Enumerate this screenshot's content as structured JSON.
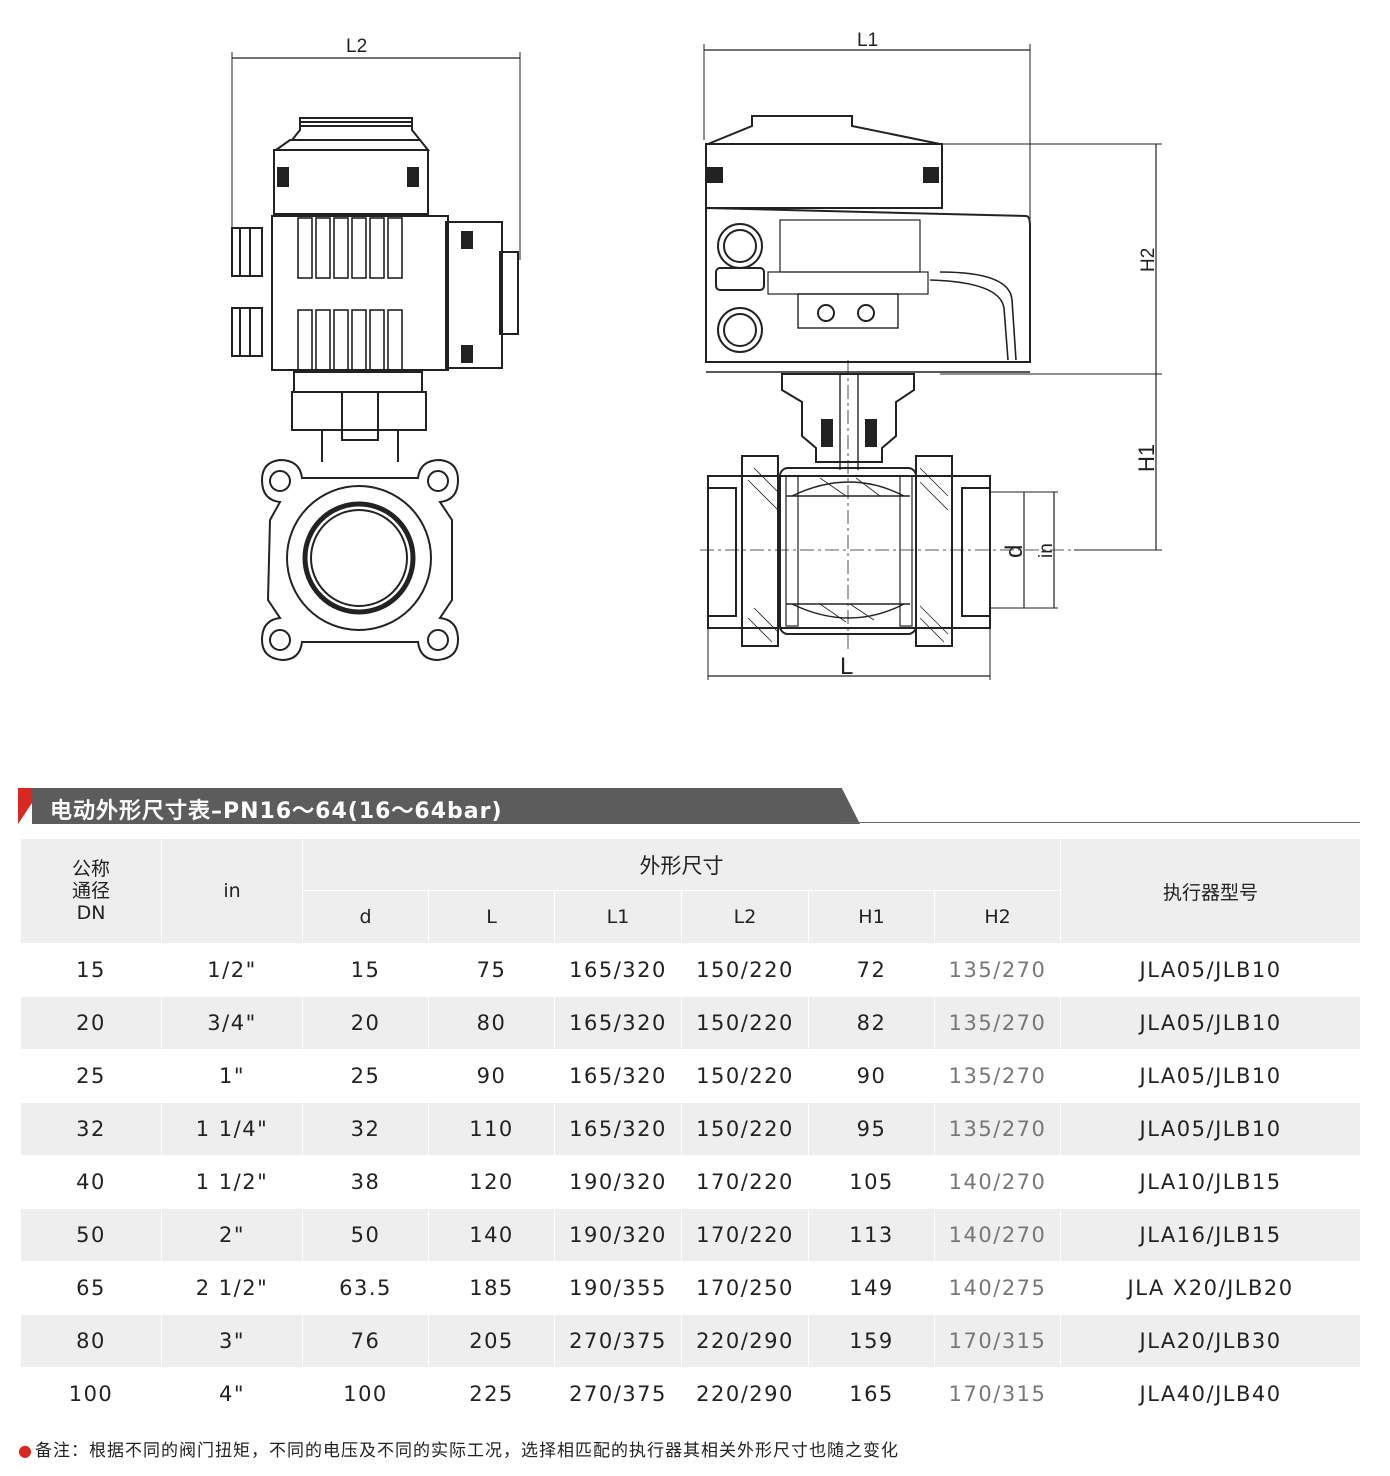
{
  "drawing": {
    "labels": {
      "L2": "L2",
      "L1": "L1",
      "H2": "H2",
      "H1": "H1",
      "d": "d",
      "in": "in",
      "L": "L"
    }
  },
  "title": "电动外形尺寸表–PN16～64(16～64bar)",
  "table": {
    "headers": {
      "dn": [
        "公称",
        "通径",
        "DN"
      ],
      "in": "in",
      "group": "外形尺寸",
      "d": "d",
      "L": "L",
      "L1": "L1",
      "L2": "L2",
      "H1": "H1",
      "H2": "H2",
      "model": "执行器型号"
    },
    "rows": [
      {
        "dn": "15",
        "in": "1/2\"",
        "d": "15",
        "L": "75",
        "L1": "165/320",
        "L2": "150/220",
        "H1": "72",
        "H2": "135/270",
        "model": "JLA05/JLB10"
      },
      {
        "dn": "20",
        "in": "3/4\"",
        "d": "20",
        "L": "80",
        "L1": "165/320",
        "L2": "150/220",
        "H1": "82",
        "H2": "135/270",
        "model": "JLA05/JLB10"
      },
      {
        "dn": "25",
        "in": "1\"",
        "d": "25",
        "L": "90",
        "L1": "165/320",
        "L2": "150/220",
        "H1": "90",
        "H2": "135/270",
        "model": "JLA05/JLB10"
      },
      {
        "dn": "32",
        "in": "1 1/4\"",
        "d": "32",
        "L": "110",
        "L1": "165/320",
        "L2": "150/220",
        "H1": "95",
        "H2": "135/270",
        "model": "JLA05/JLB10"
      },
      {
        "dn": "40",
        "in": "1 1/2\"",
        "d": "38",
        "L": "120",
        "L1": "190/320",
        "L2": "170/220",
        "H1": "105",
        "H2": "140/270",
        "model": "JLA10/JLB15"
      },
      {
        "dn": "50",
        "in": "2\"",
        "d": "50",
        "L": "140",
        "L1": "190/320",
        "L2": "170/220",
        "H1": "113",
        "H2": "140/270",
        "model": "JLA16/JLB15"
      },
      {
        "dn": "65",
        "in": "2 1/2\"",
        "d": "63.5",
        "L": "185",
        "L1": "190/355",
        "L2": "170/250",
        "H1": "149",
        "H2": "140/275",
        "model": "JLA X20/JLB20"
      },
      {
        "dn": "80",
        "in": "3\"",
        "d": "76",
        "L": "205",
        "L1": "270/375",
        "L2": "220/290",
        "H1": "159",
        "H2": "170/315",
        "model": "JLA20/JLB30"
      },
      {
        "dn": "100",
        "in": "4\"",
        "d": "100",
        "L": "225",
        "L1": "270/375",
        "L2": "220/290",
        "H1": "165",
        "H2": "170/315",
        "model": "JLA40/JLB40"
      }
    ]
  },
  "note": "备注：根据不同的阀门扭矩，不同的电压及不同的实际工况，选择相匹配的执行器其相关外形尺寸也随之变化",
  "colors": {
    "accent": "#d8281f",
    "title_bg": "#5c5c5c",
    "row_alt": "#eeeeee"
  }
}
